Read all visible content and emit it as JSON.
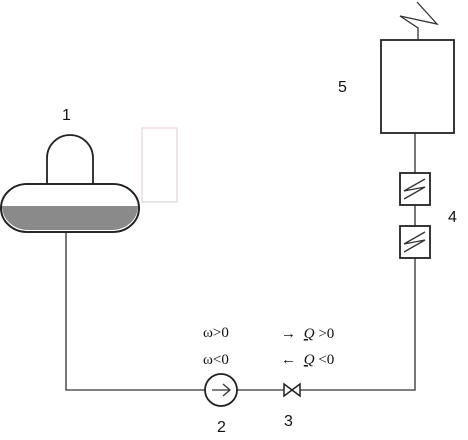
{
  "diagram": {
    "labels": {
      "tank": "1",
      "pump": "2",
      "valve": "3",
      "heat_exchanger": "4",
      "load": "5"
    },
    "annotations": {
      "omega_pos": "ω>0",
      "omega_neg": "ω<0",
      "flow_pos_arrow": "→",
      "flow_pos_var": "Q",
      "flow_pos_cond": ">0",
      "flow_neg_arrow": "←",
      "flow_neg_var": "Q",
      "flow_neg_cond": "<0"
    },
    "colors": {
      "liquid": "#8a8a8a",
      "pipe": "#555555",
      "outline": "#222222",
      "placeholder_box": "#e2c8c8"
    }
  }
}
